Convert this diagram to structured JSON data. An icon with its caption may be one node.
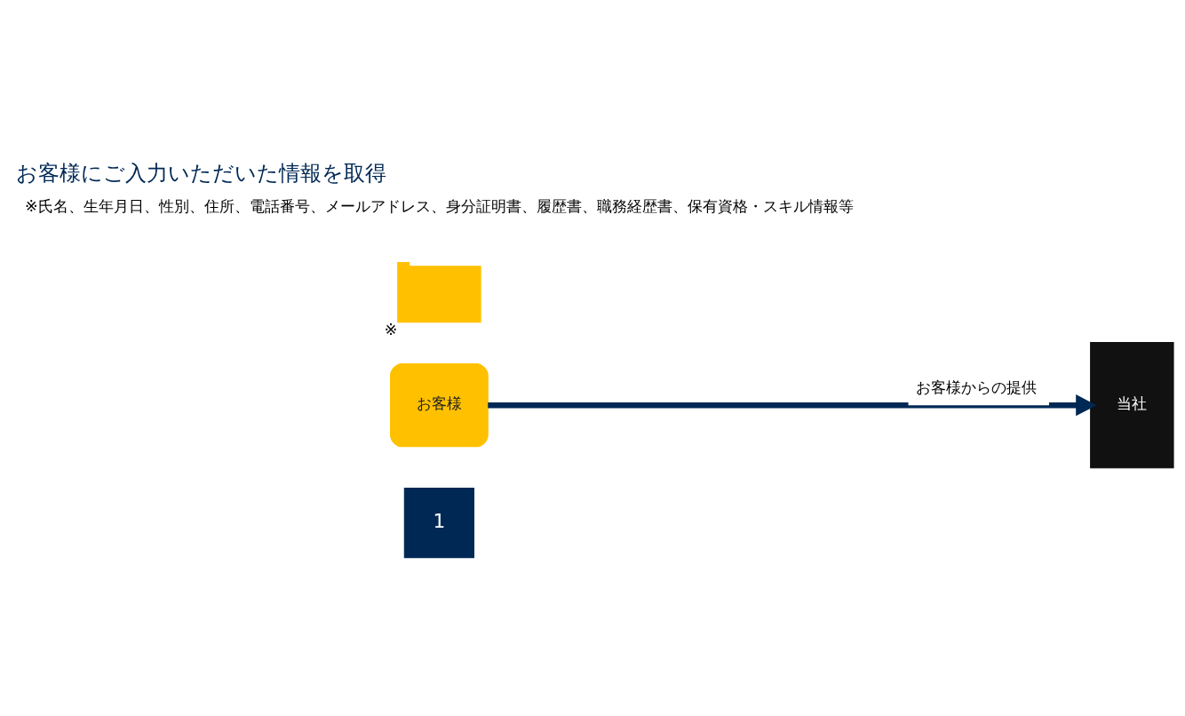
{
  "diagram": {
    "title": "お客様にご入力いただいた情報を取得",
    "nodes": [
      {
        "text": [
          "1"
        ]
      },
      {
        "text": [
          "お客様"
        ]
      },
      {
        "text": [],
        "shape": "card",
        "beside": [
          "※"
        ]
      },
      {
        "text": [
          "当社"
        ]
      }
    ],
    "edges": [
      {
        "from": 1,
        "to": 3,
        "arrow": "to",
        "label": "お客様からの提供"
      }
    ],
    "labels": [
      "※氏名、生年月日、性別、住所、電話番号、メールアドレス、身分証明書、履歴書、職務経歴書、保有資格・スキル情報等"
    ]
  }
}
